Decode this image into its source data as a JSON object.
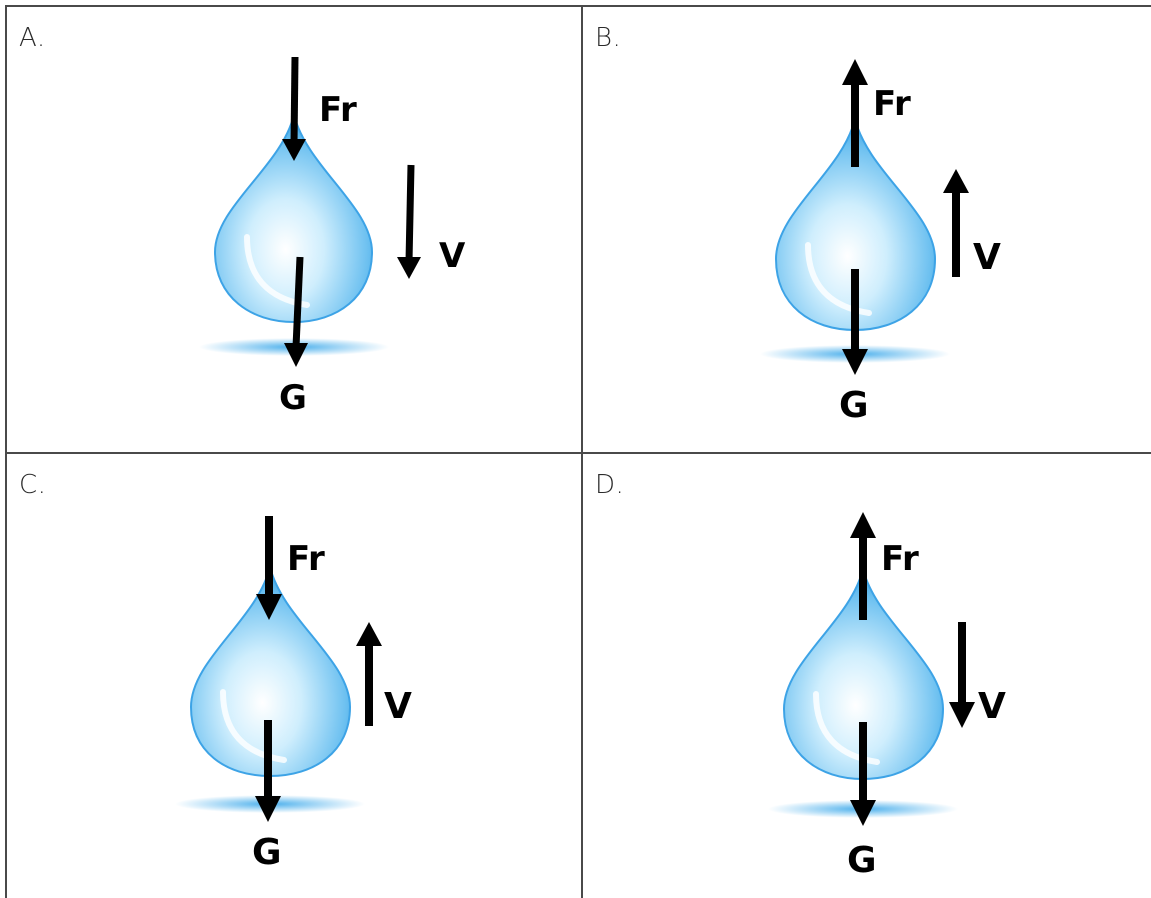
{
  "options": [
    {
      "label": "A.",
      "forces": {
        "fr": "Fr",
        "g": "G",
        "v": "V"
      },
      "directions": {
        "fr": "down",
        "v": "down",
        "g": "down"
      }
    },
    {
      "label": "B.",
      "forces": {
        "fr": "Fr",
        "g": "G",
        "v": "V"
      },
      "directions": {
        "fr": "up",
        "v": "up",
        "g": "down"
      }
    },
    {
      "label": "C.",
      "forces": {
        "fr": "Fr",
        "g": "G",
        "v": "V"
      },
      "directions": {
        "fr": "down",
        "v": "up",
        "g": "down"
      }
    },
    {
      "label": "D.",
      "forces": {
        "fr": "Fr",
        "g": "G",
        "v": "V"
      },
      "directions": {
        "fr": "up",
        "v": "down",
        "g": "down"
      }
    }
  ],
  "colors": {
    "drop_light": "#e9f6fe",
    "drop_mid": "#7cc8f2",
    "drop_dark": "#1f8fd8",
    "shadow": "#4fb3ec",
    "arrow": "#000000",
    "grid_line": "#4a4a4a"
  }
}
